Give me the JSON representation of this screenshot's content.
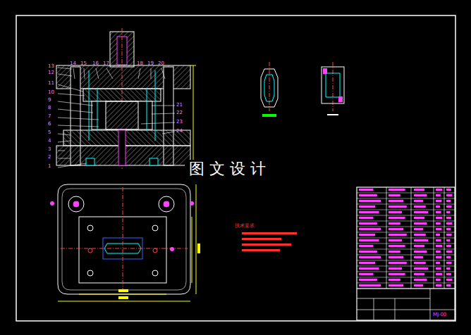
{
  "diagram": {
    "labels": [
      "13",
      "12",
      "11",
      "10",
      "9",
      "8",
      "7",
      "6",
      "5",
      "4",
      "3",
      "2",
      "1",
      "14",
      "15",
      "16",
      "17",
      "18",
      "19",
      "20",
      "21",
      "22",
      "23",
      "24",
      "图 文 设 计",
      "技术要求",
      "MJ-00"
    ]
  }
}
